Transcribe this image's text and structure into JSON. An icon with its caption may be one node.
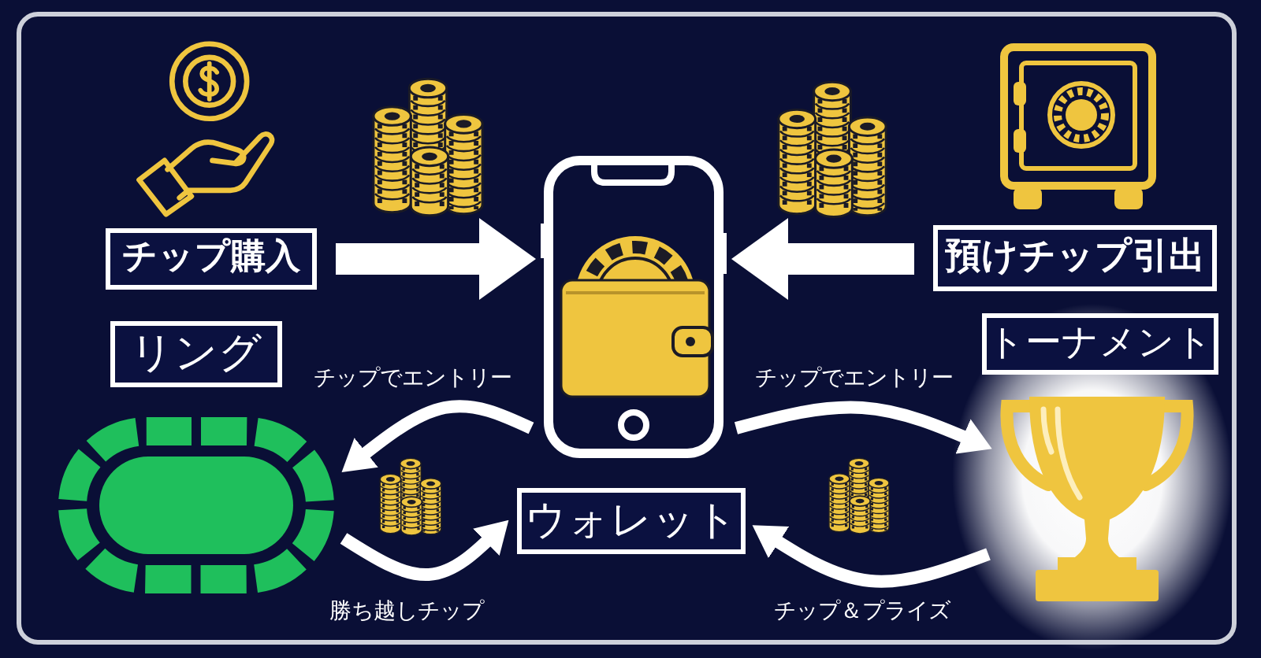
{
  "diagram": {
    "nodes": [
      {
        "text": [
          "チップ購入"
        ]
      },
      {
        "text": [],
        "shape": "picture"
      },
      {
        "text": [
          "預けチップ引出"
        ]
      },
      {
        "text": [
          "リング"
        ]
      },
      {
        "text": [],
        "shape": "picture"
      },
      {
        "text": [
          "ウォレット"
        ]
      },
      {
        "text": [
          "トーナメント"
        ]
      },
      {
        "text": [],
        "shape": "picture"
      }
    ],
    "edges": [
      {
        "from": 0,
        "to": 1,
        "arrow": "to",
        "style": "thick"
      },
      {
        "from": 2,
        "to": 1,
        "arrow": "to",
        "style": "thick"
      },
      {
        "from": 1,
        "to": 4,
        "arrow": "to",
        "label": "チップでエントリー"
      },
      {
        "from": 4,
        "to": 5,
        "arrow": "to",
        "label": "勝ち越しチップ"
      },
      {
        "from": 1,
        "to": 7,
        "arrow": "to",
        "label": "チップでエントリー"
      },
      {
        "from": 7,
        "to": 5,
        "arrow": "to",
        "label": "チップ＆プライズ"
      }
    ]
  }
}
